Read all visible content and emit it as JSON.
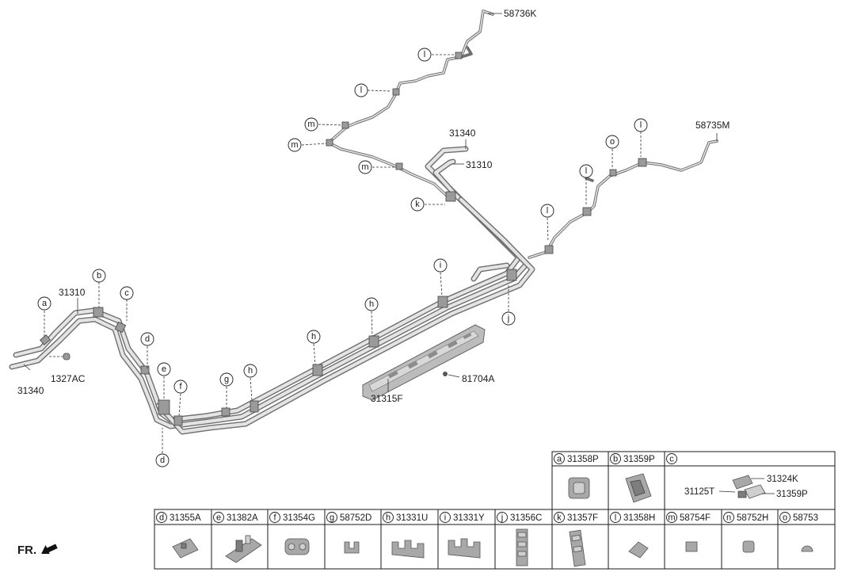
{
  "callouts": {
    "a": "a",
    "b": "b",
    "c": "c",
    "d": "d",
    "e": "e",
    "f": "f",
    "g": "g",
    "h": "h",
    "i": "i",
    "j": "j",
    "k": "k",
    "l": "l",
    "m": "m",
    "o": "o"
  },
  "parts": {
    "p58736K": "58736K",
    "p58735M": "58735M",
    "p31340_top": "31340",
    "p31310_top": "31310",
    "p31310_left": "31310",
    "p31340_left": "31340",
    "p1327AC": "1327AC",
    "p31315F": "31315F",
    "p81704A": "81704A",
    "p31324K": "31324K",
    "p31125T": "31125T",
    "p31359P_c": "31359P"
  },
  "legend": {
    "row1": [
      {
        "letter": "a",
        "code": "31358P"
      },
      {
        "letter": "b",
        "code": "31359P"
      },
      {
        "letter": "c",
        "code": ""
      }
    ],
    "row2": [
      {
        "letter": "d",
        "code": "31355A"
      },
      {
        "letter": "e",
        "code": "31382A"
      },
      {
        "letter": "f",
        "code": "31354G"
      },
      {
        "letter": "g",
        "code": "58752D"
      },
      {
        "letter": "h",
        "code": "31331U"
      },
      {
        "letter": "i",
        "code": "31331Y"
      },
      {
        "letter": "j",
        "code": "31356C"
      },
      {
        "letter": "k",
        "code": "31357F"
      },
      {
        "letter": "l",
        "code": "31358H"
      },
      {
        "letter": "m",
        "code": "58754F"
      },
      {
        "letter": "n",
        "code": "58752H"
      },
      {
        "letter": "o",
        "code": "58753"
      }
    ]
  },
  "orientation": {
    "label": "FR."
  },
  "icons": {
    "front-arrow": "front-direction-arrow-icon"
  }
}
